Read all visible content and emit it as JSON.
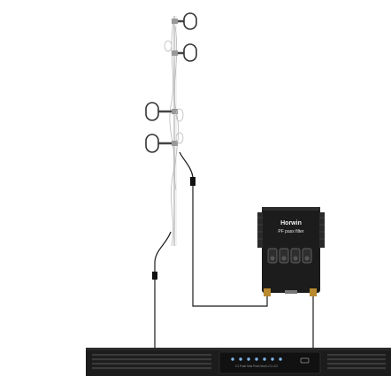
{
  "filter": {
    "brand": "Horwin",
    "model": "PF   pass filter",
    "icon": "bandpass-filter-icon"
  },
  "rack_unit": {
    "panel_text": "C1  Push  Mod  Push  Mod  LC1  LC2",
    "icon": "rack-transmitter-icon"
  },
  "antenna": {
    "icon": "dipole-array-antenna-icon",
    "dipole_count": 4
  },
  "colors": {
    "cable": "#1a1a1a",
    "device_body": "#1c1c1c",
    "led": "#7fb6e8",
    "mast": "#cfcfcf"
  }
}
